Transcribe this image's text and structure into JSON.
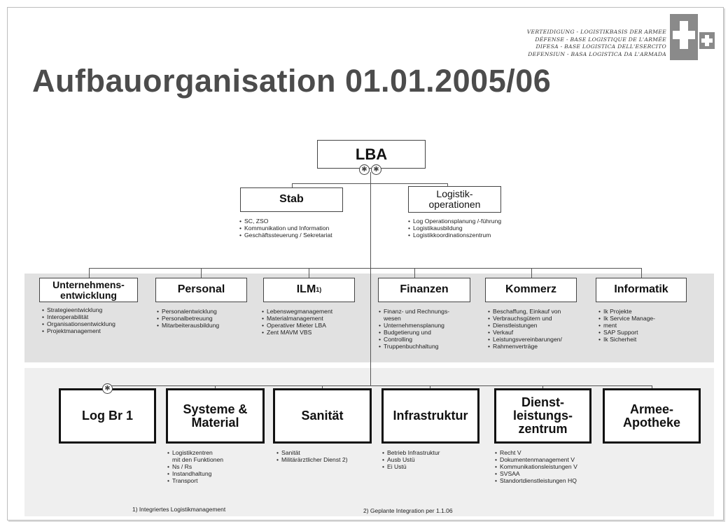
{
  "title": "Aufbauorganisation 01.01.2005/06",
  "logo": {
    "lines": [
      "VERTEIDIGUNG - LOGISTIKBASIS DER ARMEE",
      "DÉFENSE - BASE LOGISTIQUE DE L'ARMÉE",
      "DIFESA - BASE LOGISTICA DELL'ESERCITO",
      "DEFENSIUN - BASA LOGISTICA DA L'ARMADA"
    ]
  },
  "top": {
    "label": "LBA"
  },
  "stab": {
    "label": "Stab",
    "items": [
      "SC, ZSO",
      "Kommunikation und Information",
      "Geschäftssteuerung / Sekretariat"
    ]
  },
  "logops": {
    "label_l1": "Logistik-",
    "label_l2": "operationen",
    "items": [
      "Log Operationsplanung /-führung",
      "Logistikausbildung",
      "Logistikkoordinationszentrum"
    ]
  },
  "middle": [
    {
      "l1": "Unternehmens-",
      "l2": "entwicklung",
      "items": [
        "Strategieentwicklung",
        "Interoperabilität",
        "Organisationsentwicklung",
        "Projektmanagement"
      ]
    },
    {
      "l1": "Personal",
      "items": [
        "Personalentwicklung",
        "Personalbetreuung",
        "Mitarbeiterausbildung"
      ]
    },
    {
      "l1": "ILM",
      "sup": "1)",
      "items": [
        "Lebenswegmanagement",
        "Materialmanagement",
        "Operativer Mieter LBA",
        "Zent MAVM VBS"
      ]
    },
    {
      "l1": "Finanzen",
      "items": [
        "Finanz- und Rechnungs-",
        "wesen",
        "Unternehmensplanung",
        "Budgetierung und",
        "Controlling",
        "Truppenbuchhaltung"
      ]
    },
    {
      "l1": "Kommerz",
      "items": [
        "Beschaffung, Einkauf von",
        "Verbrauchsgütern und",
        "Dienstleistungen",
        "Verkauf",
        "Leistungsvereinbarungen/",
        "Rahmenverträge"
      ]
    },
    {
      "l1": "Informatik",
      "items": [
        "Ik Projekte",
        "Ik Service Manage-",
        "ment",
        "SAP Support",
        "Ik Sicherheit"
      ]
    }
  ],
  "bottom": [
    {
      "l1": "Log Br 1",
      "items": []
    },
    {
      "l1": "Systeme &",
      "l2": "Material",
      "items": [
        "Logistikzentren",
        "mit den Funktionen",
        "Ns / Rs",
        "Instandhaltung",
        "Transport"
      ]
    },
    {
      "l1": "Sanität",
      "items": [
        "Sanität",
        "Militärärztlicher Dienst  2)"
      ]
    },
    {
      "l1": "Infrastruktur",
      "items": [
        "Betrieb Infrastruktur",
        "Ausb Ustü",
        "Ei Ustü"
      ]
    },
    {
      "l1": "Dienst-",
      "l2": "leistungs-",
      "l3": "zentrum",
      "items": [
        "Recht V",
        "Dokumentenmanagement V",
        "Kommunikationsleistungen V",
        "SVSAA",
        "Standortdienstleistungen HQ"
      ]
    },
    {
      "l1": "Armee-",
      "l2": "Apotheke",
      "items": []
    }
  ],
  "footnotes": {
    "f1": "1) Integriertes Logistikmanagement",
    "f2": "2) Geplante Integration per 1.1.06"
  }
}
